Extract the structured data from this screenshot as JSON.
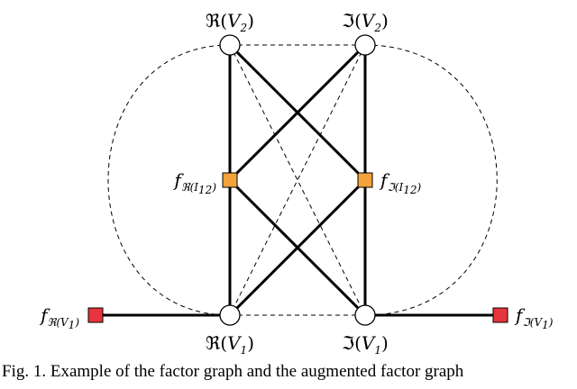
{
  "diagram": {
    "variable_nodes": {
      "re_v2": {
        "fn": "ℜ",
        "var": "V",
        "sub": "2"
      },
      "im_v2": {
        "fn": "ℑ",
        "var": "V",
        "sub": "2"
      },
      "re_v1": {
        "fn": "ℜ",
        "var": "V",
        "sub": "1"
      },
      "im_v1": {
        "fn": "ℑ",
        "var": "V",
        "sub": "1"
      }
    },
    "factor_nodes": {
      "f_re_i12": {
        "f": "f",
        "sub": "ℜ(I",
        "sub2": "12",
        "close": ")",
        "color": "#f4a23a"
      },
      "f_im_i12": {
        "f": "f",
        "sub": "ℑ(I",
        "sub2": "12",
        "close": ")",
        "color": "#f4a23a"
      },
      "f_re_v1": {
        "f": "f",
        "sub": "ℜ(V",
        "sub2": "1",
        "close": ")",
        "color": "#e8343c"
      },
      "f_im_v1": {
        "f": "f",
        "sub": "ℑ(V",
        "sub2": "1",
        "close": ")",
        "color": "#e8343c"
      }
    },
    "caption": "Fig. 1. Example of the factor graph and the augmented factor graph"
  }
}
